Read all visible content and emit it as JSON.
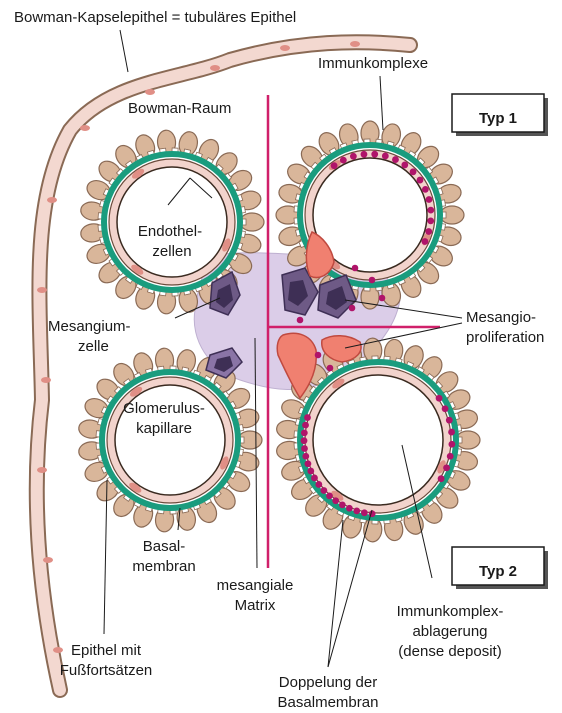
{
  "labels": {
    "bowman_capsule": "Bowman-Kapselepithel = tubuläres Epithel",
    "immune_complexes": "Immunkomplexe",
    "bowman_space": "Bowman-Raum",
    "endothelial_cells": [
      "Endothel-",
      "zellen"
    ],
    "mesangial_cell": [
      "Mesangium-",
      "zelle"
    ],
    "mesangio_proliferation": [
      "Mesangio-",
      "proliferation"
    ],
    "glomerular_capillary": [
      "Glomerulus-",
      "kapillare"
    ],
    "basement_membrane": [
      "Basal-",
      "membran"
    ],
    "mesangial_matrix": [
      "mesangiale",
      "Matrix"
    ],
    "epithelium_foot": [
      "Epithel mit",
      "Fußfortsätzen"
    ],
    "immune_deposit": [
      "Immunkomplex-",
      "ablagerung",
      "(dense deposit)"
    ],
    "doubling_membrane": [
      "Doppelung der",
      "Basalmembran"
    ]
  },
  "boxes": {
    "type1": "Typ 1",
    "type2": "Typ 2"
  },
  "colors": {
    "basement_membrane": "#1a9c7e",
    "podocyte": "#d9b69a",
    "podocyte_stroke": "#8a6a55",
    "endothelium": "#f2d3cc",
    "nucleus": "#e08f86",
    "immune_dot": "#b0146a",
    "divider": "#d0206a",
    "mesangium": "#d8c8e6",
    "mesangial_cell": "#6e5a86",
    "proliferating_cell": "#f08070"
  }
}
